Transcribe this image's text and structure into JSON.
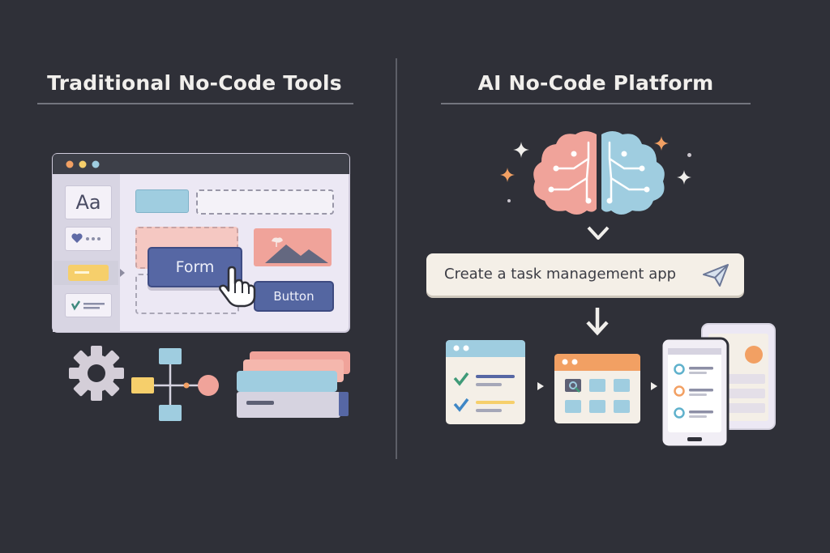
{
  "left": {
    "title": "Traditional No-Code Tools",
    "palette_label": "Aa",
    "form_label": "Form",
    "button_label": "Button"
  },
  "right": {
    "title": "AI No-Code Platform",
    "prompt": "Create a task management app"
  },
  "colors": {
    "background": "#2f3038",
    "pink": "#f0a39a",
    "blue": "#9fcde0",
    "orange": "#f2a063",
    "navy": "#5667a4",
    "yellow": "#f6cf6b",
    "lavender": "#ece8f4"
  },
  "icons": [
    "gear-icon",
    "flowchart-icon",
    "stacked-layers-icon",
    "brain-icon",
    "sparkle-icon",
    "send-icon",
    "checklist-icon",
    "dashboard-icon",
    "mobile-app-icon",
    "pointer-hand-icon",
    "image-icon"
  ]
}
